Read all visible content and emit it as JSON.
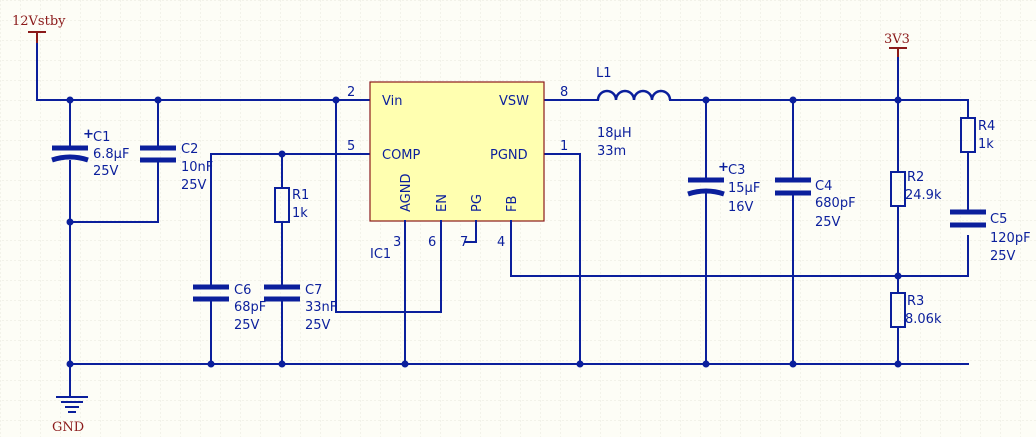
{
  "colors": {
    "wire": "#0b1f9c",
    "power": "#8b1a1a",
    "ic_fill": "#ffffb0",
    "ic_border": "#8b1a1a",
    "grid": "#e6e6dc",
    "background": "#fdfdf6"
  },
  "nets": {
    "vin_supply": "12Vstby",
    "output": "3V3",
    "ground": "GND"
  },
  "ic": {
    "ref": "IC1",
    "pins": {
      "vin": {
        "name": "Vin",
        "num": "2"
      },
      "comp": {
        "name": "COMP",
        "num": "5"
      },
      "vsw": {
        "name": "VSW",
        "num": "8"
      },
      "pgnd": {
        "name": "PGND",
        "num": "1"
      },
      "agnd": {
        "name": "AGND",
        "num": "3"
      },
      "en": {
        "name": "EN",
        "num": "6"
      },
      "pg": {
        "name": "PG",
        "num": "7"
      },
      "fb": {
        "name": "FB",
        "num": "4"
      }
    }
  },
  "components": {
    "c1": {
      "ref": "C1",
      "value": "6.8µF",
      "rating": "25V",
      "polarized_mark": "+"
    },
    "c2": {
      "ref": "C2",
      "value": "10nF",
      "rating": "25V"
    },
    "c3": {
      "ref": "C3",
      "value": "15µF",
      "rating": "16V",
      "polarized_mark": "+"
    },
    "c4": {
      "ref": "C4",
      "value": "680pF",
      "rating": "25V"
    },
    "c5": {
      "ref": "C5",
      "value": "120pF",
      "rating": "25V"
    },
    "c6": {
      "ref": "C6",
      "value": "68pF",
      "rating": "25V"
    },
    "c7": {
      "ref": "C7",
      "value": "33nF",
      "rating": "25V"
    },
    "r1": {
      "ref": "R1",
      "value": "1k"
    },
    "r2": {
      "ref": "R2",
      "value": "24.9k"
    },
    "r3": {
      "ref": "R3",
      "value": "8.06k"
    },
    "r4": {
      "ref": "R4",
      "value": "1k"
    },
    "l1": {
      "ref": "L1",
      "value": "18µH",
      "resistance": "33m"
    }
  }
}
